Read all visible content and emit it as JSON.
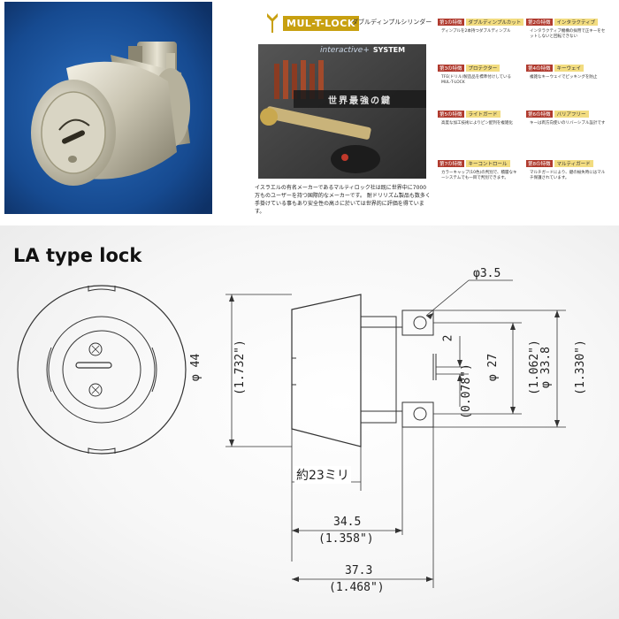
{
  "photo": {
    "background_color": "#1a4a8a"
  },
  "brochure": {
    "logo_text": "MUL-T-LOCK",
    "logo_subtitle": "ダブルディンプルシリンダー",
    "promo_brand": "interactive+",
    "promo_system": "SYSTEM",
    "promo_banner": "世界最強の鍵",
    "promo_description": "イスラエルの有名メーカーであるマルティロック社は既に世界中に7000万ものユーザーを持つ国際的なメーカーです。 耐ドリリズム製品も数多く手掛けている事もあり安全性の高さに於いては世界的に評価を得ています。",
    "cards": [
      {
        "no": "第1の特徴",
        "heading": "ダブルディンプルカット",
        "text": "ディンプルを2本持つダブルディンプル"
      },
      {
        "no": "第2の特徴",
        "heading": "インタラクティブ",
        "text": "インタラクティブ機構の採用で正キーをセットしないと回転できない"
      },
      {
        "no": "第3の特徴",
        "heading": "プロテクター",
        "text": "TFE(ドリル)製造品を標準付けしているMUL-T-LOCK"
      },
      {
        "no": "第4の特徴",
        "heading": "キーウェイ",
        "text": "複雑なキーウェイでピッキングを防止"
      },
      {
        "no": "第5の特徴",
        "heading": "ライトガード",
        "text": "高度な加工技術によりピン配列を複雑化"
      },
      {
        "no": "第6の特徴",
        "heading": "バリアフリー",
        "text": "キーは両方向使いのリバーシブル設計です"
      },
      {
        "no": "第7の特徴",
        "heading": "キーコントロール",
        "text": "カラーキャップ(10色)の判別で、積層なキーシステムでも一目で判別できます。"
      },
      {
        "no": "第8の特徴",
        "heading": "マルティガード",
        "text": "マルチガードにより、鍵の紛失時にはマルチ保護されています。"
      }
    ]
  },
  "drawing": {
    "title": "LA type lock",
    "dims": {
      "d35": "φ3.5",
      "d44": "φ 44",
      "d44_in": "(1.732\")",
      "d2": "2",
      "d2_in": "(0.078\")",
      "d27": "φ 27",
      "d27_in": "(1.062\")",
      "d338": "φ 33.8",
      "d338_in": "(1.330\")",
      "approx": "約23ミリ",
      "d345": "34.5",
      "d345_in": "(1.358\")",
      "d373": "37.3",
      "d373_in": "(1.468\")"
    }
  }
}
